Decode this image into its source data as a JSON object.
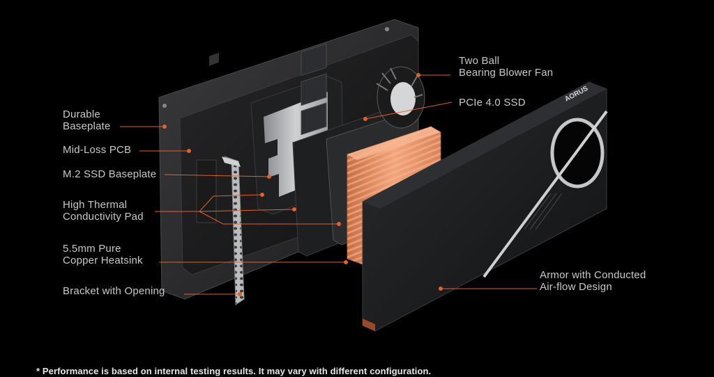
{
  "callouts": {
    "durable_baseplate": "Durable\nBaseplate",
    "mid_loss_pcb": "Mid-Loss PCB",
    "m2_ssd_baseplate": "M.2 SSD Baseplate",
    "thermal_pad": "High Thermal\nConductivity Pad",
    "copper_heatsink": "5.5mm Pure\nCopper Heatsink",
    "bracket": "Bracket with Opening",
    "blower_fan": "Two Ball\nBearing Blower Fan",
    "pcie_ssd": "PCIe 4.0 SSD",
    "armor": "Armor with Conducted\nAir-flow Design"
  },
  "brand_logo": "AORUS",
  "footnote": "* Performance is based on internal testing results. It may vary with different configuration.",
  "colors": {
    "background": "#000000",
    "leader_line": "#e4622a",
    "label_text": "#c8c8c8",
    "copper": "#e08a5a"
  }
}
